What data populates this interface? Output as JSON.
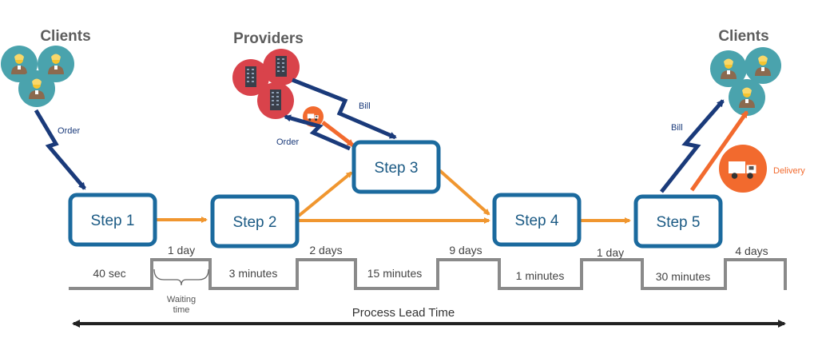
{
  "headings": {
    "clients_left": "Clients",
    "providers": "Providers",
    "clients_right": "Clients"
  },
  "steps": [
    "Step 1",
    "Step 2",
    "Step 3",
    "Step 4",
    "Step 5"
  ],
  "labels": {
    "order_client": "Order",
    "bill_provider": "Bill",
    "order_provider": "Order",
    "bill_client": "Bill",
    "delivery": "Delivery"
  },
  "timeline": {
    "process_times": [
      "40 sec",
      "3 minutes",
      "15 minutes",
      "1 minutes",
      "30 minutes"
    ],
    "waiting_times": [
      "1 day",
      "2 days",
      "9 days",
      "1 day",
      "4 days"
    ],
    "waiting_label": [
      "Waiting",
      "time"
    ],
    "lead_time": "Process Lead Time"
  },
  "colors": {
    "step_border": "#1b6a9e",
    "flow_arrow": "#f0962f",
    "message_arrow": "#1a3a7a",
    "provider": "#d9434b",
    "client": "#4aa3ad",
    "delivery": "#f26a2e",
    "timeline": "#8a8a8a"
  },
  "icons": {
    "client": "person-icon",
    "provider": "building-icon",
    "delivery": "truck-icon"
  }
}
